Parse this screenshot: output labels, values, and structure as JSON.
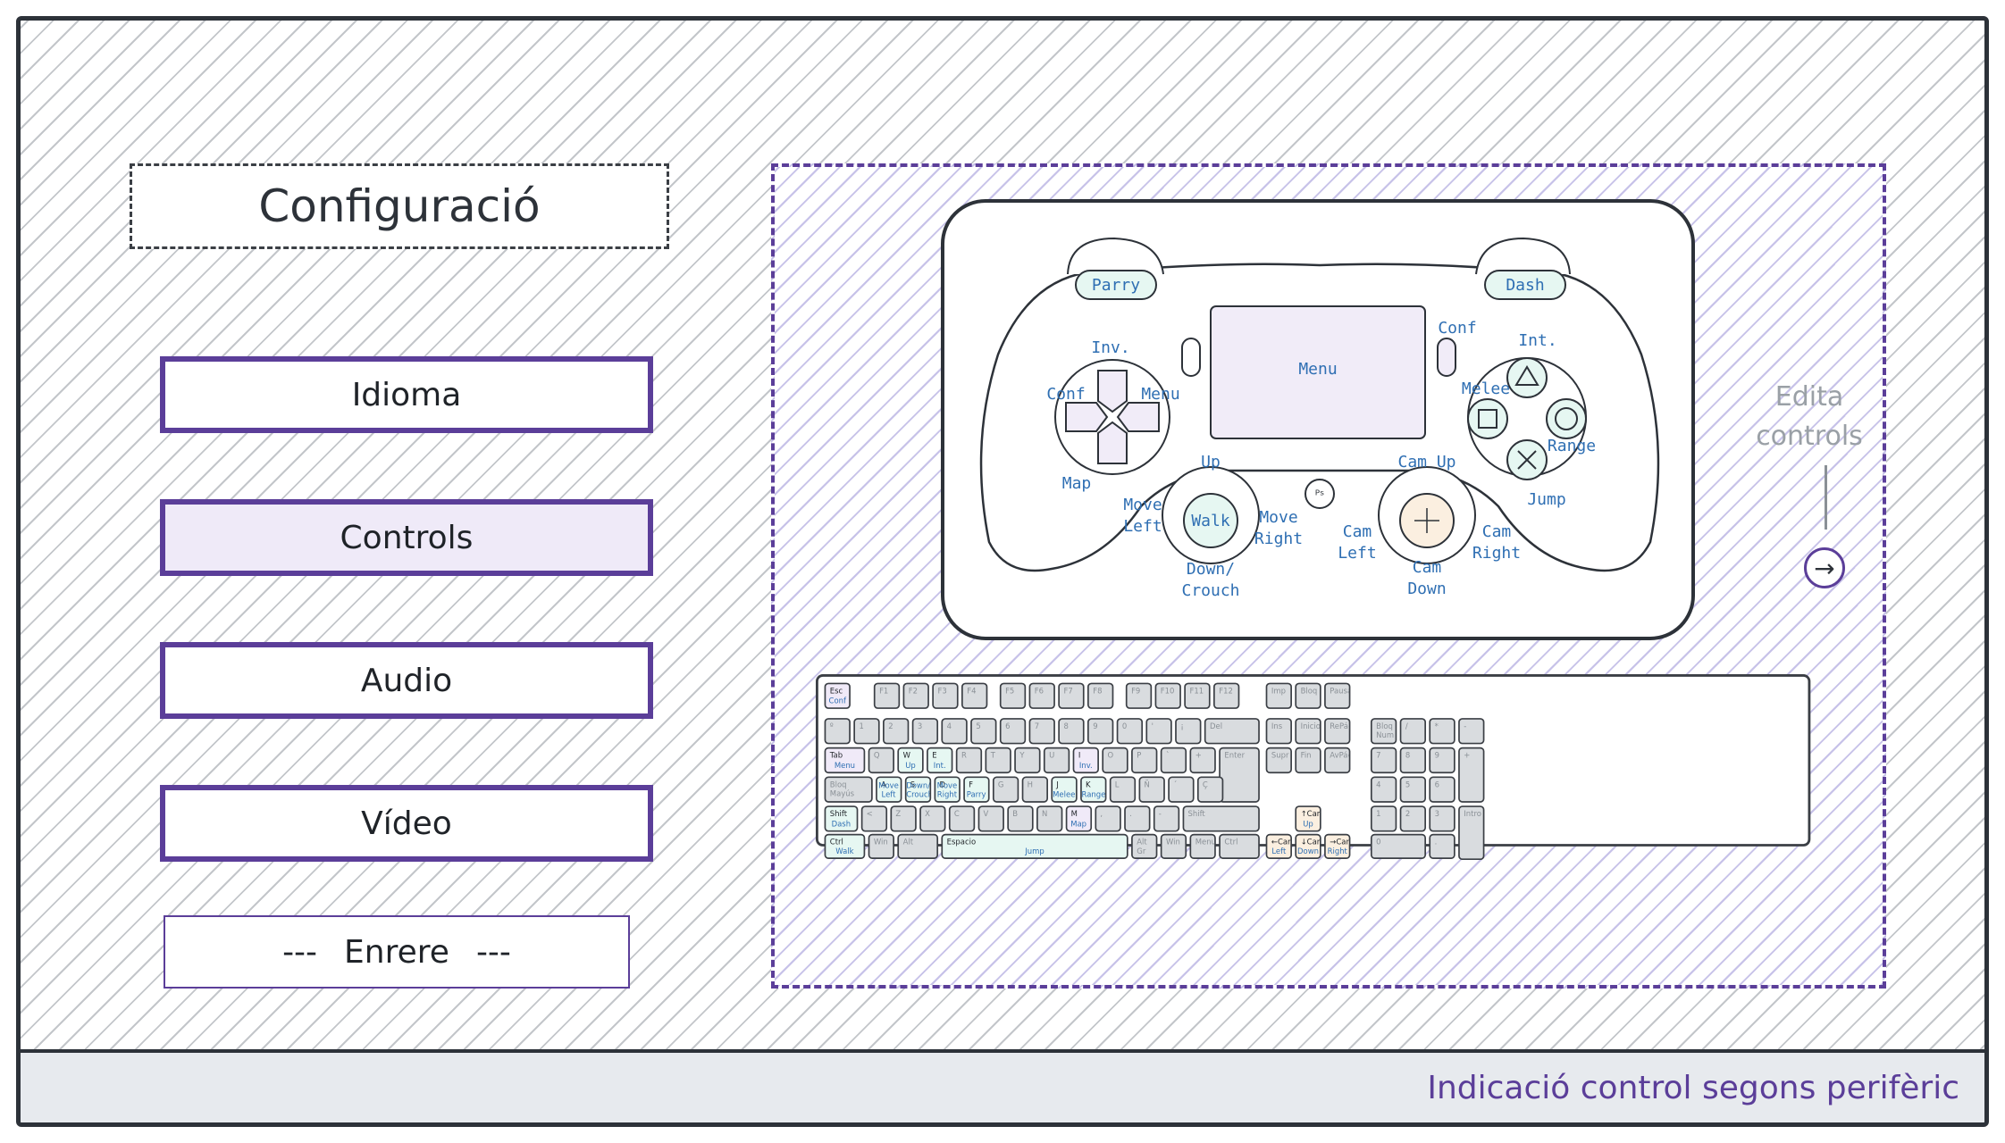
{
  "menu": {
    "title": "Configuració",
    "items": [
      {
        "label": "Idioma",
        "active": false
      },
      {
        "label": "Controls",
        "active": true
      },
      {
        "label": "Audio",
        "active": false
      },
      {
        "label": "Vídeo",
        "active": false
      }
    ],
    "back": {
      "dashes": "---",
      "label": "Enrere"
    }
  },
  "gamepad": {
    "parry": "Parry",
    "dash": "Dash",
    "menu": "Menu",
    "conf_right": "Conf",
    "int": "Int.",
    "inv": "Inv.",
    "conf_left": "Conf",
    "menu_right": "Menu",
    "melee": "Melee",
    "range": "Range",
    "jump": "Jump",
    "map": "Map",
    "up": "Up",
    "walk": "Walk",
    "move": "Move",
    "left": "Left",
    "right": "Right",
    "down_crouch_1": "Down/",
    "down_crouch_2": "Crouch",
    "cam": "Cam",
    "cam_up": "Cam  Up",
    "down": "Down"
  },
  "edit": {
    "line1": "Edita",
    "line2": "controls",
    "arrow": "→"
  },
  "keyboard": {
    "keys": [
      {
        "t": "Esc",
        "b": "Conf",
        "c": "lav"
      },
      {
        "t": "F1"
      },
      {
        "t": "F2"
      },
      {
        "t": "F3"
      },
      {
        "t": "F4"
      },
      {
        "t": "F5"
      },
      {
        "t": "F6"
      },
      {
        "t": "F7"
      },
      {
        "t": "F8"
      },
      {
        "t": "F9"
      },
      {
        "t": "F10"
      },
      {
        "t": "F11"
      },
      {
        "t": "F12"
      },
      {
        "t": "º"
      },
      {
        "t": "1"
      },
      {
        "t": "2"
      },
      {
        "t": "3"
      },
      {
        "t": "4"
      },
      {
        "t": "5"
      },
      {
        "t": "6"
      },
      {
        "t": "7"
      },
      {
        "t": "8"
      },
      {
        "t": "9"
      },
      {
        "t": "0"
      },
      {
        "t": "'"
      },
      {
        "t": "¡"
      },
      {
        "t": "Del"
      },
      {
        "t": "Tab",
        "b": "Menu",
        "c": "lav"
      },
      {
        "t": "Q"
      },
      {
        "t": "W",
        "b": "Up",
        "c": "mint"
      },
      {
        "t": "E",
        "b": "Int.",
        "c": "mint"
      },
      {
        "t": "R"
      },
      {
        "t": "T"
      },
      {
        "t": "Y"
      },
      {
        "t": "U"
      },
      {
        "t": "I",
        "b": "Inv.",
        "c": "lav"
      },
      {
        "t": "O"
      },
      {
        "t": "P"
      },
      {
        "t": "`"
      },
      {
        "t": "+"
      },
      {
        "t": "Enter"
      },
      {
        "t": "Bloq Mayús"
      },
      {
        "t": "A",
        "b": "Move Left",
        "c": "mint"
      },
      {
        "t": "S",
        "b": "Down/ Crouch",
        "c": "mint"
      },
      {
        "t": "D",
        "b": "Move Right",
        "c": "mint"
      },
      {
        "t": "F",
        "b": "Parry",
        "c": "mint"
      },
      {
        "t": "G"
      },
      {
        "t": "H"
      },
      {
        "t": "J",
        "b": "Melee",
        "c": "mint"
      },
      {
        "t": "K",
        "b": "Range",
        "c": "mint"
      },
      {
        "t": "L"
      },
      {
        "t": "Ñ"
      },
      {
        "t": "´"
      },
      {
        "t": "Ç"
      },
      {
        "t": "Shift",
        "b": "Dash",
        "c": "mint"
      },
      {
        "t": "<"
      },
      {
        "t": "Z"
      },
      {
        "t": "X"
      },
      {
        "t": "C"
      },
      {
        "t": "V"
      },
      {
        "t": "B"
      },
      {
        "t": "N"
      },
      {
        "t": "M",
        "b": "Map",
        "c": "lav"
      },
      {
        "t": ","
      },
      {
        "t": "."
      },
      {
        "t": "-"
      },
      {
        "t": "Shift"
      },
      {
        "t": "Ctrl",
        "b": "Walk",
        "c": "mint"
      },
      {
        "t": "Win"
      },
      {
        "t": "Alt"
      },
      {
        "t": "Espacio",
        "b": "Jump",
        "c": "mint"
      },
      {
        "t": "Alt Gr"
      },
      {
        "t": "Win"
      },
      {
        "t": "Menu"
      },
      {
        "t": "Ctrl"
      },
      {
        "t": "Imp"
      },
      {
        "t": "Bloq"
      },
      {
        "t": "Pausa"
      },
      {
        "t": "Ins"
      },
      {
        "t": "Inicio"
      },
      {
        "t": "RePág"
      },
      {
        "t": "Supr"
      },
      {
        "t": "Fin"
      },
      {
        "t": "AvPág"
      },
      {
        "t": "↑Cam",
        "b": "Up",
        "c": "peach"
      },
      {
        "t": "←Cam",
        "b": "Left",
        "c": "peach"
      },
      {
        "t": "↓Cam",
        "b": "Down",
        "c": "peach"
      },
      {
        "t": "→Cam",
        "b": "Right",
        "c": "peach"
      },
      {
        "t": "Bloq Num"
      },
      {
        "t": "/"
      },
      {
        "t": "*"
      },
      {
        "t": "-"
      },
      {
        "t": "7"
      },
      {
        "t": "8"
      },
      {
        "t": "9"
      },
      {
        "t": "+"
      },
      {
        "t": "4"
      },
      {
        "t": "5"
      },
      {
        "t": "6"
      },
      {
        "t": "1"
      },
      {
        "t": "2"
      },
      {
        "t": "3"
      },
      {
        "t": "Intro"
      },
      {
        "t": "0"
      },
      {
        "t": "."
      }
    ]
  },
  "status": {
    "text": "Indicació control segons perifèric"
  }
}
